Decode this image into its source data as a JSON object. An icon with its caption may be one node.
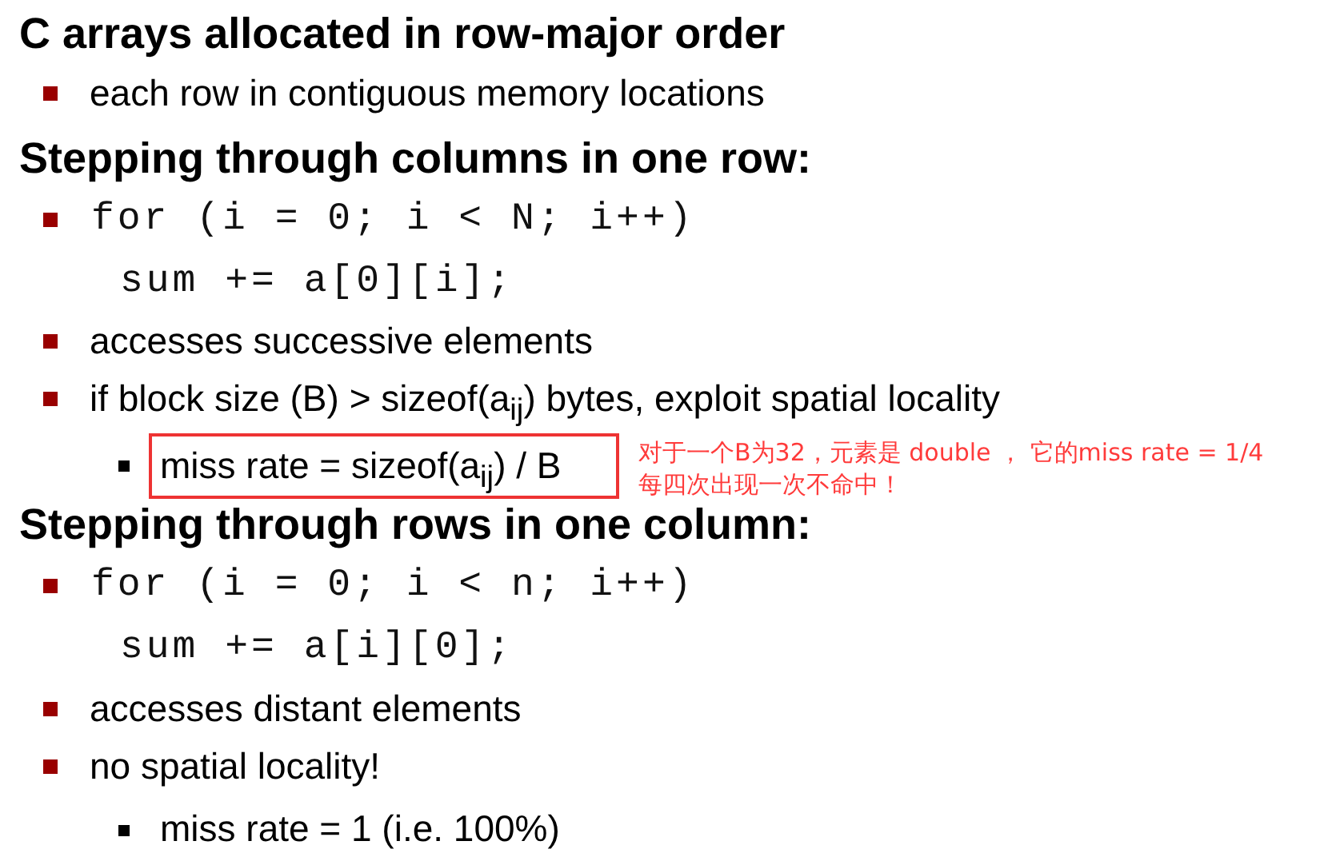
{
  "diagram": {
    "nodes": [
      {
        "text": [
          "miss rate = sizeof(a$_{ij}$) / B"
        ],
        "beside": [
          "对于一个B为32，元素是 double ， 它的miss rate = 1/4",
          "每四次出现一次不命中！"
        ]
      }
    ],
    "labels": [
      "C arrays allocated in row-major order",
      "each row in contiguous memory locations",
      "Stepping through columns in one row:",
      "for (i = 0; i < N; i++)",
      "sum += a[0][i];",
      "accesses successive elements",
      "if block size (B) > sizeof(a$_{ij}$) bytes, exploit spatial locality",
      "Stepping through rows in one column:",
      "for (i = 0; i < n; i++)",
      "sum += a[i][0];",
      "accesses distant elements",
      "no spatial locality!",
      "miss rate = 1 (i.e. 100%)"
    ]
  }
}
